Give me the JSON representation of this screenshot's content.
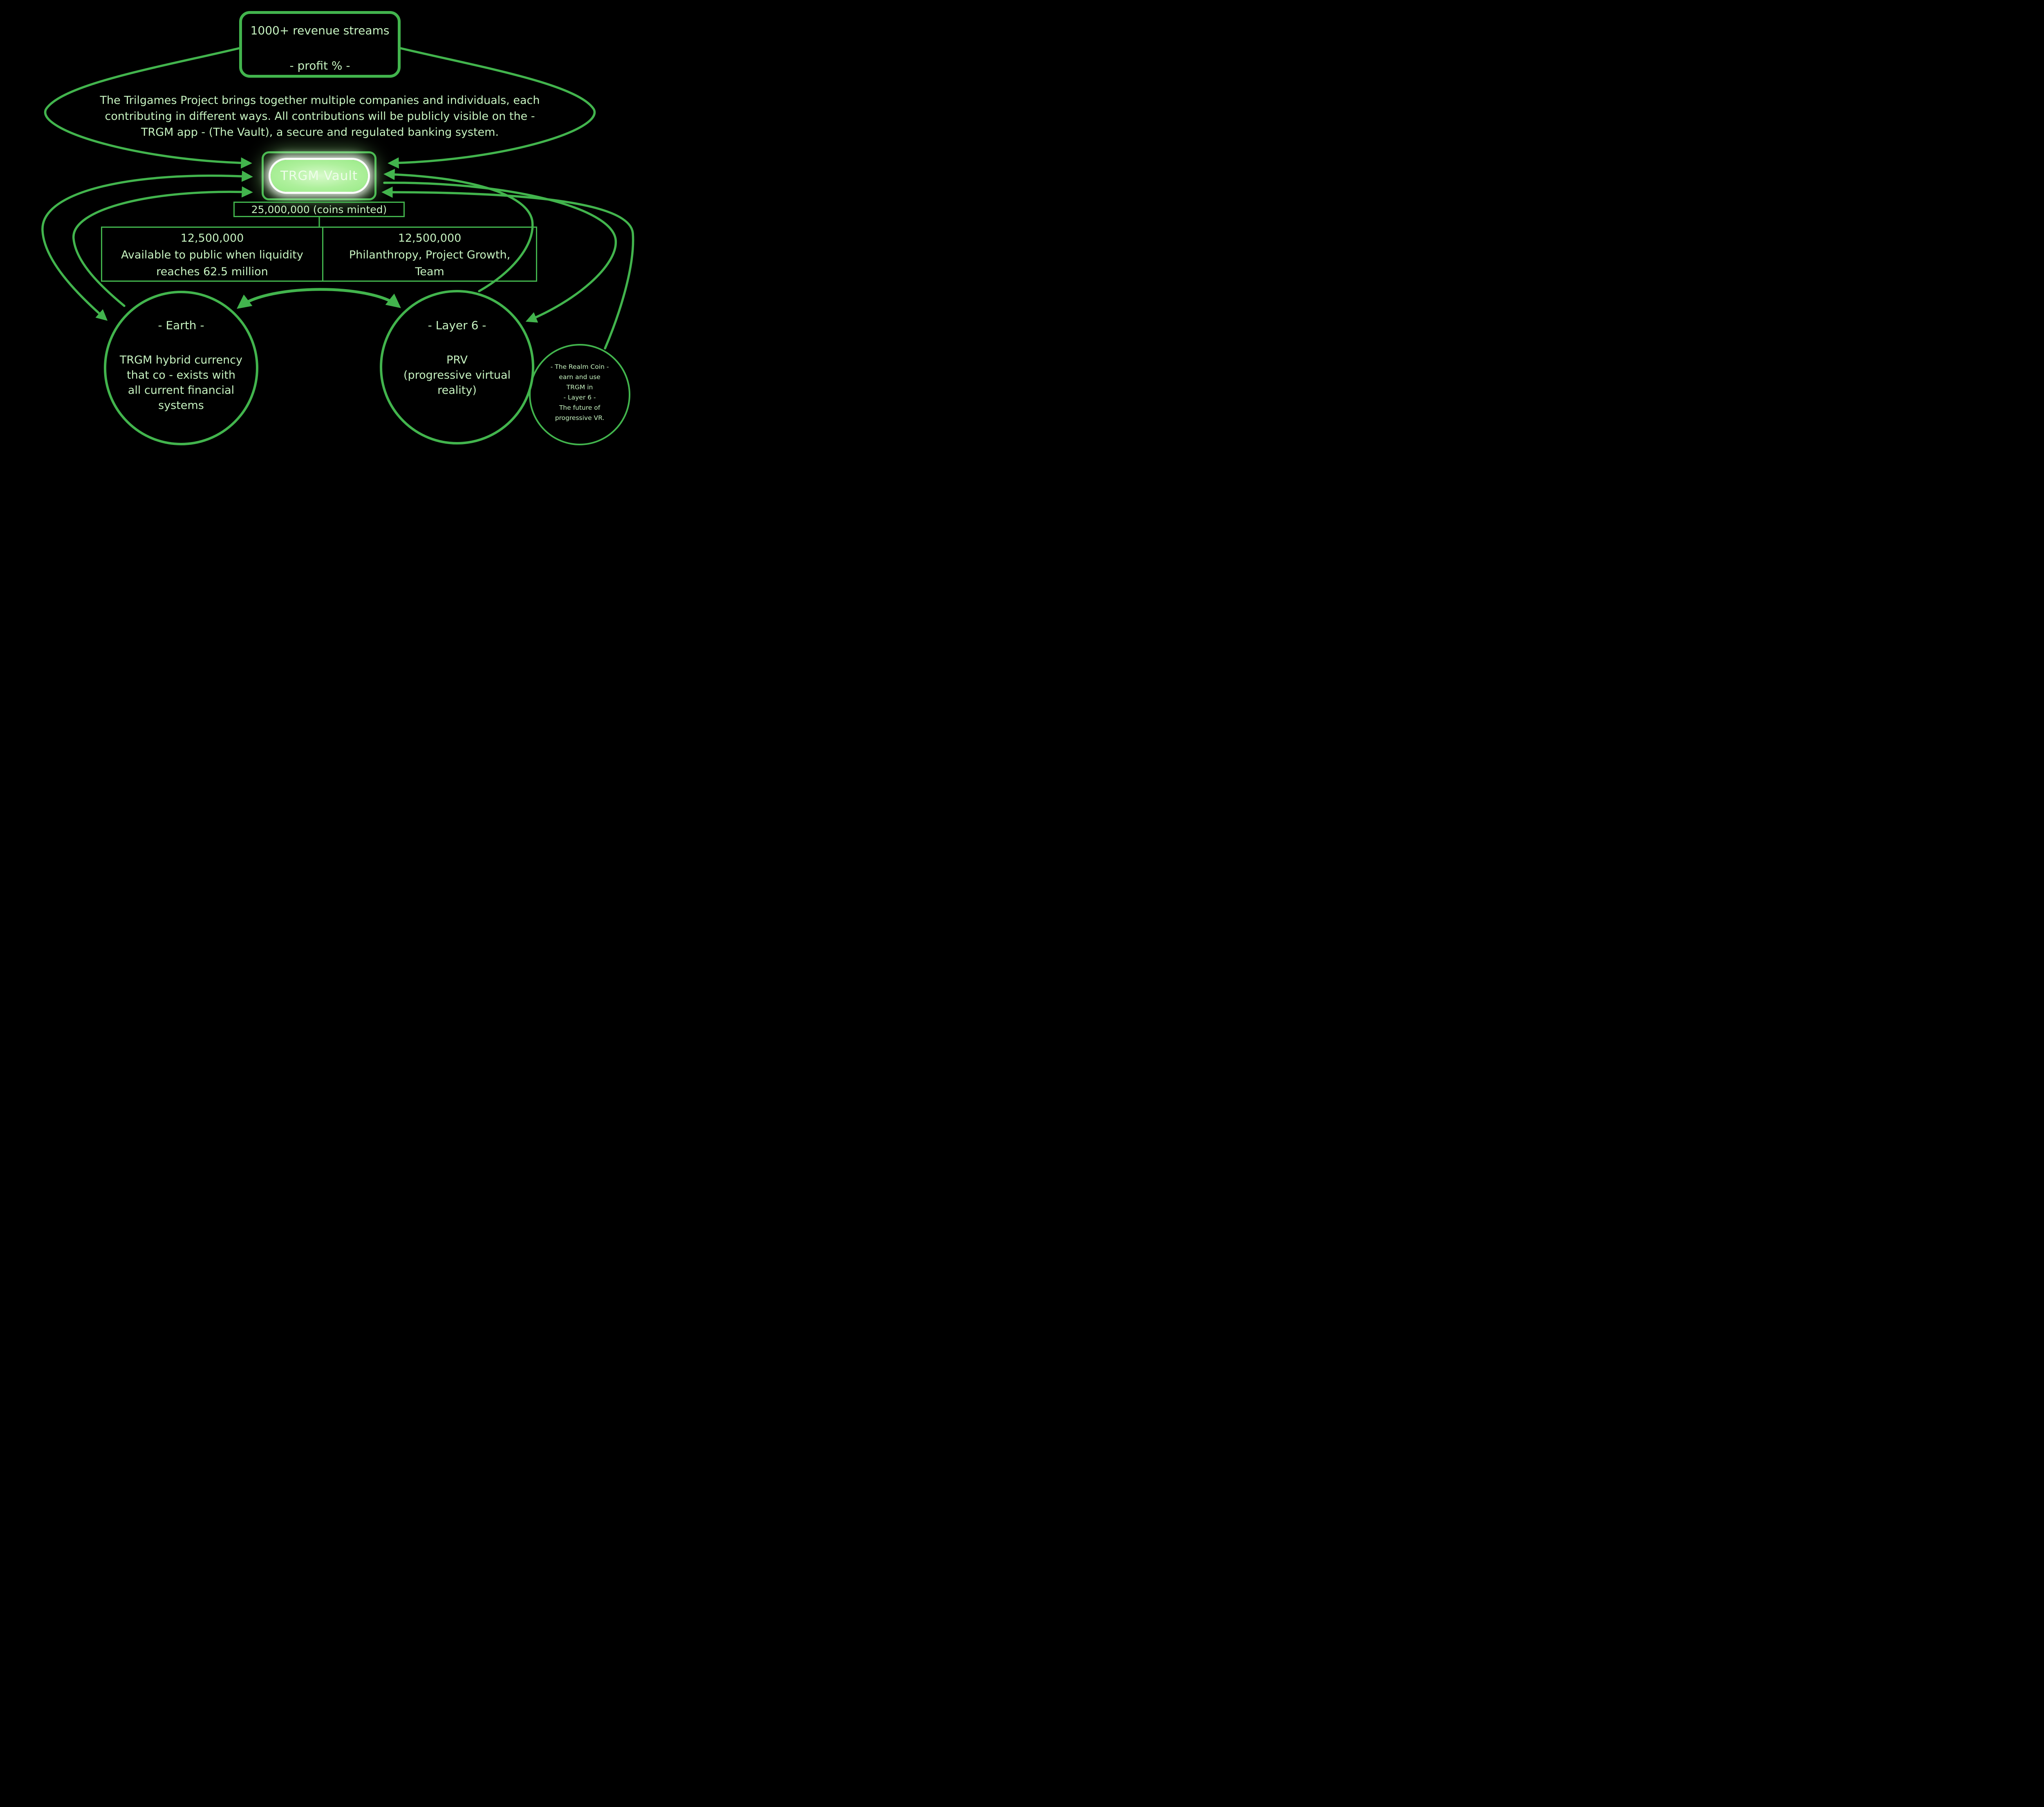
{
  "colors": {
    "background": "#000000",
    "line_green": "#42b44d",
    "text_green": "#c7f3c1",
    "vault_glow_fill": "#aef09c",
    "vault_text": "#eefde9"
  },
  "top_box": {
    "line1": "1000+ revenue streams",
    "line2": "- profit % -"
  },
  "intro": {
    "line1": "The Trilgames Project brings together multiple companies and individuals, each",
    "line2": "contributing in different ways. All contributions will be publicly visible on the -",
    "line3": "TRGM app - (The Vault), a secure and regulated banking system."
  },
  "vault": {
    "label": "TRGM Vault"
  },
  "coins_box": {
    "label": "25,000,000 (coins minted)"
  },
  "allocation": {
    "left": {
      "line1": "12,500,000",
      "line2": "Available to public when liquidity",
      "line3": "reaches 62.5 million"
    },
    "right": {
      "line1": "12,500,000",
      "line2": "Philanthropy, Project Growth,",
      "line3": "Team"
    }
  },
  "earth": {
    "title": "- Earth -",
    "line1": "TRGM hybrid currency",
    "line2": "that co - exists with",
    "line3": "all current financial",
    "line4": "systems"
  },
  "layer6": {
    "title": "- Layer 6 -",
    "line1": "PRV",
    "line2": "(progressive virtual",
    "line3": "reality)"
  },
  "realm": {
    "line1": "- The Realm Coin -",
    "line2": "earn and use",
    "line3": "TRGM in",
    "line4": "- Layer 6 -",
    "line5": "The future of",
    "line6": "progressive VR."
  }
}
